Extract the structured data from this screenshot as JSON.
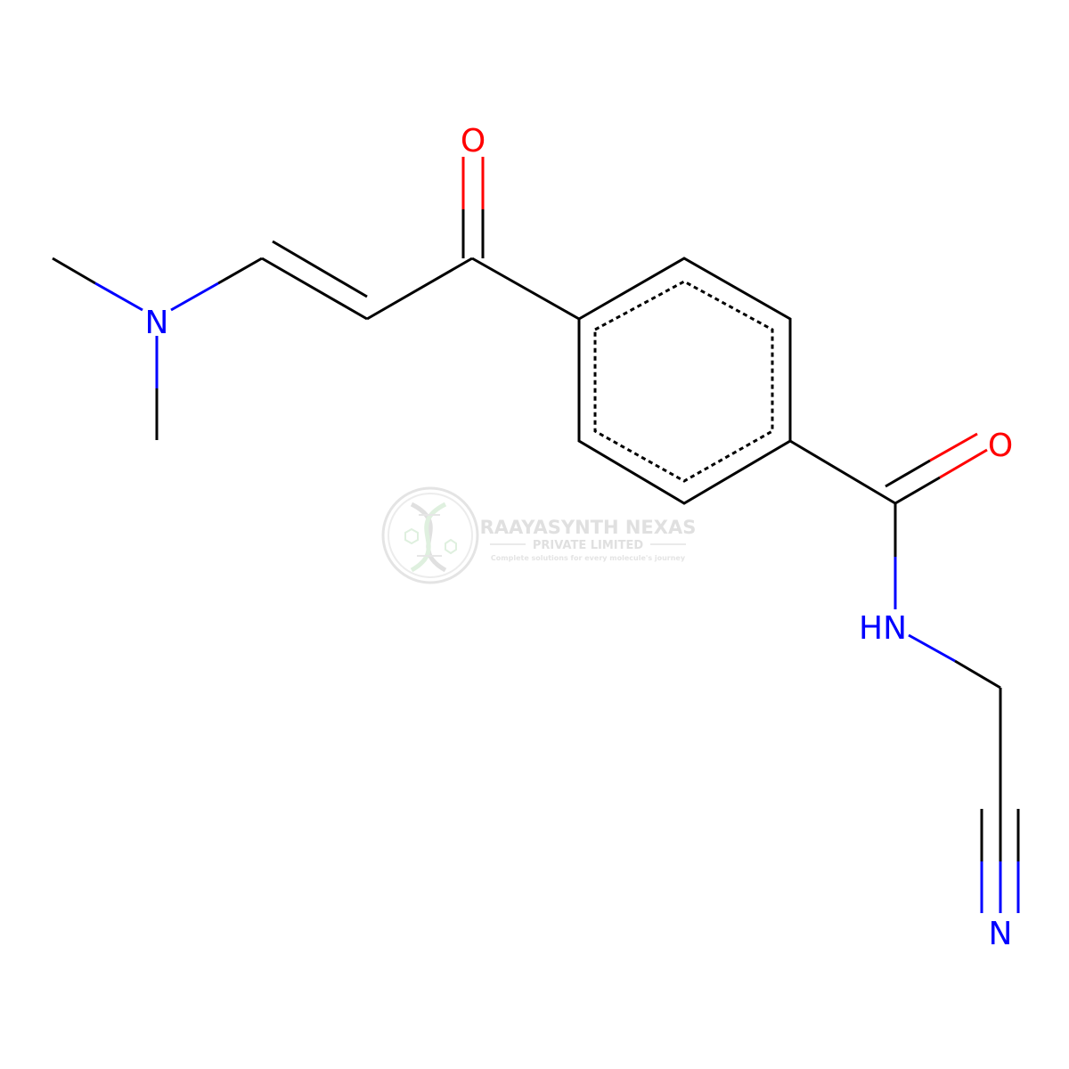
{
  "colors": {
    "bond": "#000000",
    "nitrogen": "#0000ff",
    "oxygen": "#ff0000",
    "watermark": "#e2e2e2",
    "watermark_accent": "#dff0df"
  },
  "atoms": {
    "o_ketone": "O",
    "o_amide": "O",
    "n_amine": "N",
    "nh_amide": "HN",
    "n_nitrile": "N"
  },
  "watermark": {
    "logo": "dna-logo-icon",
    "company": "RAAYASYNTH NEXAS",
    "subtitle": "PRIVATE LIMITED",
    "tagline": "Complete solutions for every molecule's journey"
  }
}
